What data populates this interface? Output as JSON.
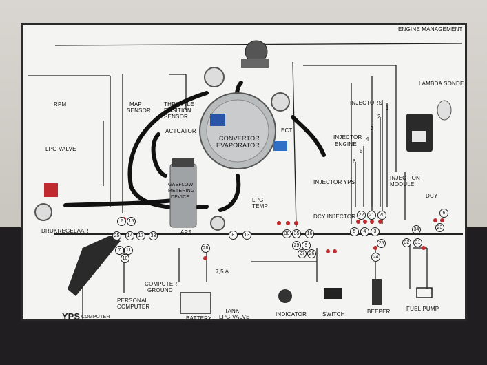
{
  "board_title": "ENGINE MANAGEMENT",
  "brand": "YPS",
  "brand_suffix": "COMPUTER",
  "labels": {
    "rpm": "RPM",
    "map_sensor_1": "MAP",
    "map_sensor_2": "SENSOR",
    "throttle_1": "THROTTLE",
    "throttle_2": "POSITION",
    "throttle_3": "SENSOR",
    "actuator": "ACTUATOR",
    "convertor_1": "CONVERTOR",
    "convertor_2": "EVAPORATOR",
    "ect": "ECT",
    "injectors": "INJECTORS",
    "injector_engine_1": "INJECTOR",
    "injector_engine_2": "ENGINE",
    "injector_yps": "INJECTOR YPS",
    "injection_module_1": "INJECTION",
    "injection_module_2": "MODULE",
    "lambda": "LAMBDA SONDE",
    "lpg_valve": "LPG VALVE",
    "gasflow_1": "GASFLOW",
    "gasflow_2": "METERING",
    "gasflow_3": "DEVICE",
    "lpg_temp_1": "LPG",
    "lpg_temp_2": "TEMP",
    "dcy_injector": "DCY INJECTOR",
    "dcy": "DCY",
    "drukregelaar": "DRUKREGELAAR",
    "aps": "APS",
    "personal_computer_1": "PERSONAL",
    "personal_computer_2": "COMPUTER",
    "computer_ground_1": "COMPUTER",
    "computer_ground_2": "GROUND",
    "battery": "BATTERY",
    "fuse": "7,5 A",
    "tank_lpg_valve_1": "TANK",
    "tank_lpg_valve_2": "LPG VALVE",
    "indicator": "INDICATOR",
    "switch": "SWITCH",
    "beeper": "BEEPER",
    "fuel_pump": "FUEL PUMP"
  },
  "terminal_numbers": [
    "2",
    "15",
    "14",
    "17",
    "33",
    "25",
    "8",
    "13",
    "30",
    "35",
    "16",
    "22",
    "21",
    "20",
    "5",
    "4",
    "3",
    "34",
    "23",
    "6",
    "7",
    "11",
    "10",
    "29",
    "9",
    "27",
    "26",
    "28",
    "24",
    "25",
    "32",
    "31",
    "1",
    "2",
    "3",
    "4",
    "5",
    "6"
  ]
}
